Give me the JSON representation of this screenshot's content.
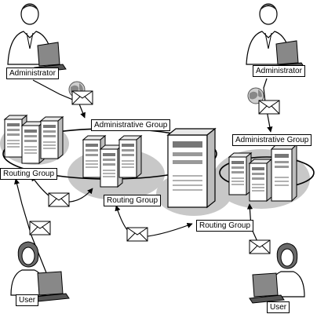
{
  "labels": {
    "admin_left": "Administrator",
    "admin_right": "Administrator",
    "admin_group_left": "Administrative Group",
    "admin_group_right": "Administrative Group",
    "routing_left": "Routing Group",
    "routing_center": "Routing Group",
    "routing_right": "Routing Group",
    "user_left": "User",
    "user_right": "User"
  },
  "icons": [
    "person-icon",
    "laptop-icon",
    "envelope-icon",
    "globe-icon",
    "server-icon"
  ]
}
